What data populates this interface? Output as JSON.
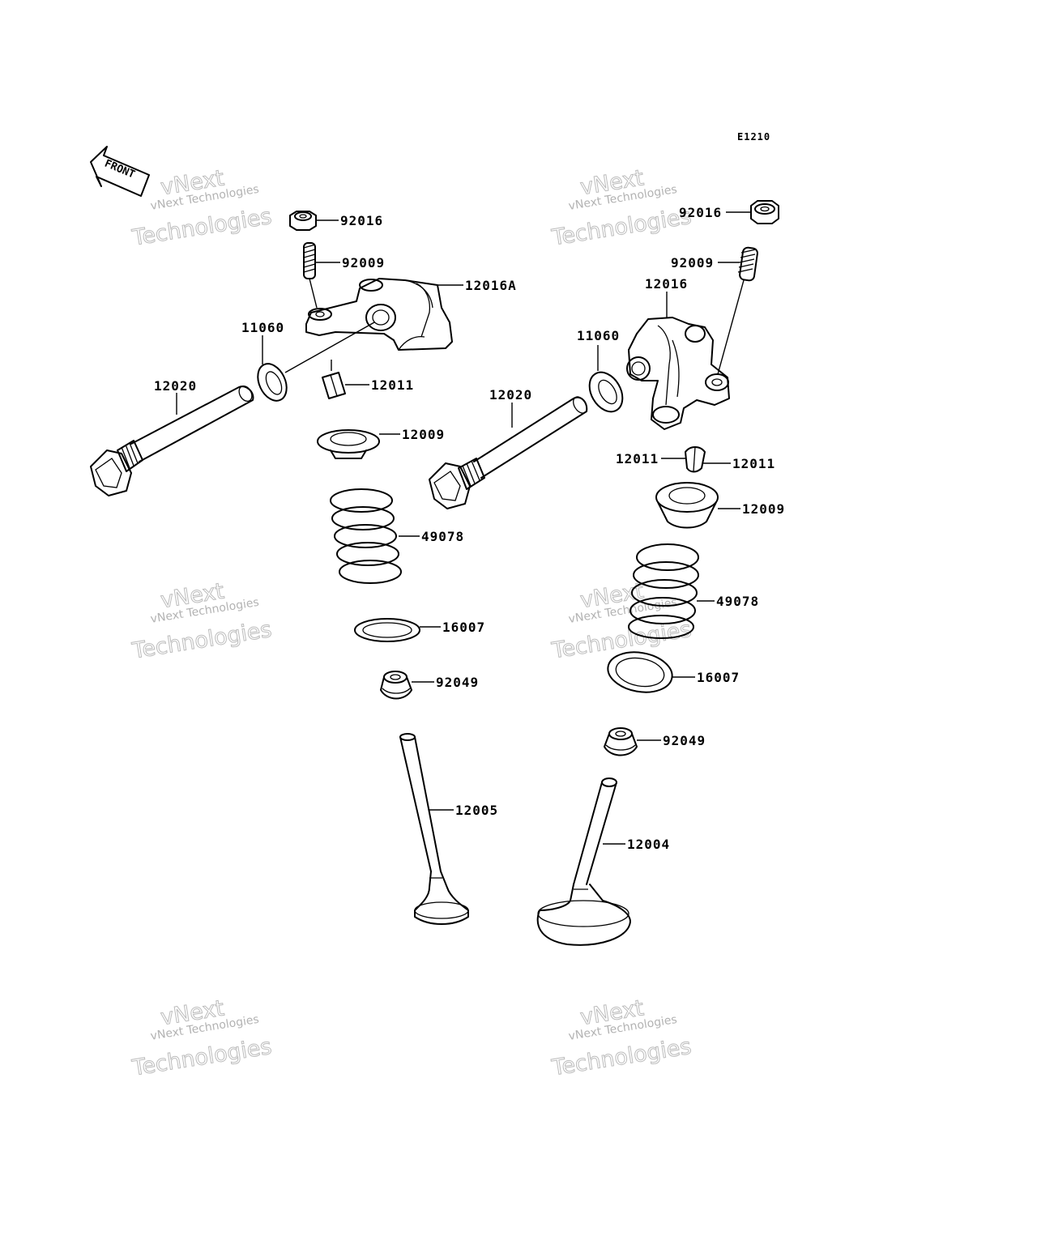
{
  "diagram": {
    "code": "E1210",
    "front_label": "FRONT",
    "watermark": {
      "line1": "vNext",
      "line2": "vNext Technologies",
      "line3": "Technologies"
    },
    "left": {
      "nut": "92016",
      "stud": "92009",
      "rocker_arm": "12016A",
      "washer": "11060",
      "shaft": "12020",
      "cotter": "12011",
      "retainer": "12009",
      "spring": "49078",
      "spring_seat": "16007",
      "stem_seal": "92049",
      "valve": "12005"
    },
    "right": {
      "nut": "92016",
      "stud": "92009",
      "rocker_arm": "12016",
      "washer": "11060",
      "shaft": "12020",
      "cotter_a": "12011",
      "cotter_b": "12011",
      "retainer": "12009",
      "spring": "49078",
      "spring_seat": "16007",
      "stem_seal": "92049",
      "valve": "12004"
    }
  }
}
